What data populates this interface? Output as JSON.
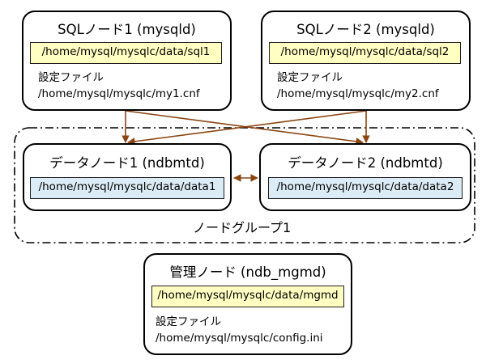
{
  "sql_node_1": {
    "title": "SQLノード1 (mysqld)",
    "data_dir": "/home/mysql/mysqlc/data/sql1",
    "config_label": "設定ファイル",
    "config_path": "/home/mysql/mysqlc/my1.cnf"
  },
  "sql_node_2": {
    "title": "SQLノード2 (mysqld)",
    "data_dir": "/home/mysql/mysqlc/data/sql2",
    "config_label": "設定ファイル",
    "config_path": "/home/mysql/mysqlc/my2.cnf"
  },
  "data_node_1": {
    "title": "データノード1 (ndbmtd)",
    "data_dir": "/home/mysql/mysqlc/data/data1"
  },
  "data_node_2": {
    "title": "データノード2 (ndbmtd)",
    "data_dir": "/home/mysql/mysqlc/data/data2"
  },
  "node_group": {
    "label": "ノードグループ1"
  },
  "management_node": {
    "title": "管理ノード (ndb_mgmd)",
    "data_dir": "/home/mysql/mysqlc/data/mgmd",
    "config_label": "設定ファイル",
    "config_path": "/home/mysql/mysqlc/config.ini"
  },
  "colors": {
    "arrow": "#8b4513",
    "path_box_sql": "#ffffc2",
    "path_box_data": "#dcecf6"
  }
}
